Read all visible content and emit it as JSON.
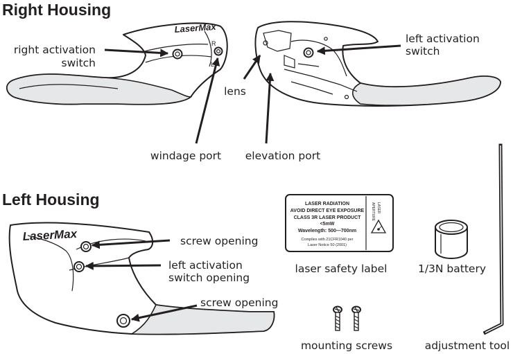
{
  "headings": {
    "right_housing": "Right Housing",
    "left_housing": "Left Housing"
  },
  "logo": "LaserMax",
  "housing_markings": {
    "r": "R",
    "l": "L"
  },
  "callouts": {
    "right_activation_1": "right activation",
    "right_activation_2": "switch",
    "windage_port": "windage port",
    "lens": "lens",
    "elevation_port": "elevation port",
    "left_activation_1": "left activation",
    "left_activation_2": "switch",
    "screw_opening_top": "screw opening",
    "left_switch_opening_1": "left activation",
    "left_switch_opening_2": "switch opening",
    "screw_opening_bottom": "screw opening"
  },
  "items": {
    "laser_label": "laser safety label",
    "battery": "1/3N battery",
    "screws": "mounting screws",
    "tool": "adjustment tool"
  },
  "safety_label": {
    "line1": "LASER RADIATION",
    "line2": "AVOID DIRECT EYE EXPOSURE",
    "line3": "CLASS 3R LASER PRODUCT",
    "line4": "<5mW",
    "line5": "Wavelength: 500—700nm",
    "line6": "Complies with 21CFR1040 per",
    "line7": "Laser Notice 50 (2001)",
    "side1": "LASER",
    "side2": "APERTURE"
  },
  "colors": {
    "ink": "#231f20",
    "grip_fill": "#e6e7e8",
    "background": "#ffffff"
  }
}
